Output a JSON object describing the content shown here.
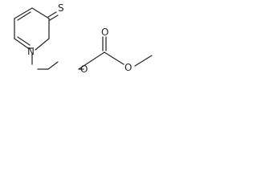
{
  "molecule": {
    "atoms": [
      {
        "label": "N"
      },
      {
        "label": "O"
      },
      {
        "label": "O"
      },
      {
        "label": "O"
      },
      {
        "label": "S"
      }
    ],
    "line_color": "#262626"
  }
}
